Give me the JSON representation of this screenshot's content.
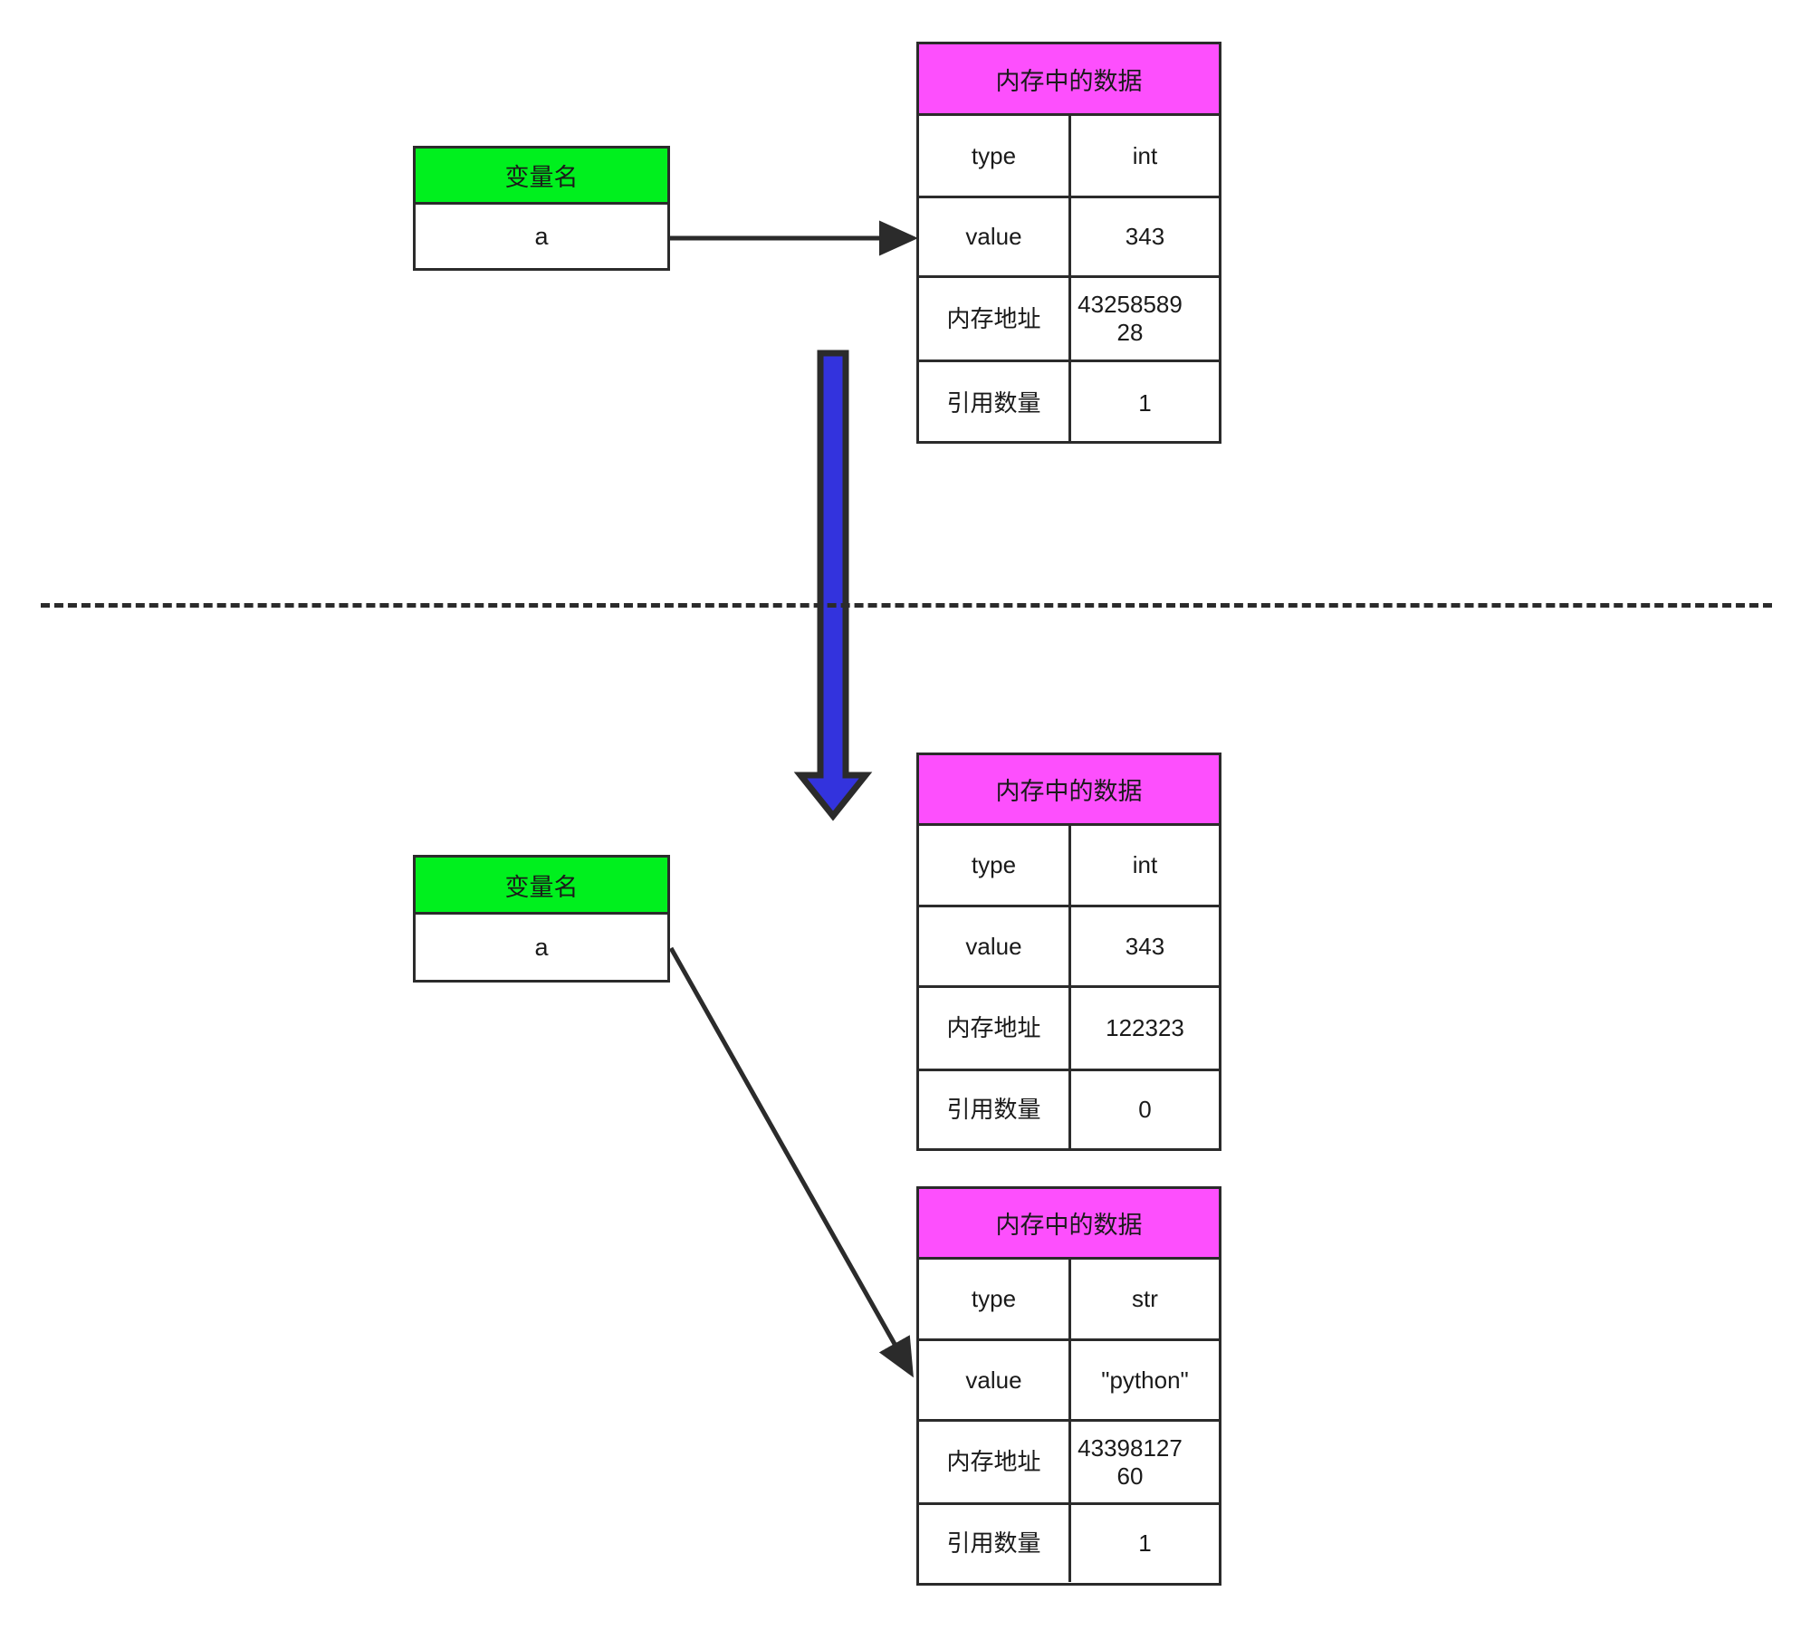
{
  "diagram": {
    "title_semantics": "python-variable-reference-count-memory-diagram",
    "colors": {
      "variable_header_green": "#00F01E",
      "memory_header_magenta": "#FD4FFD",
      "border_dark": "#2B2B2B",
      "block_arrow_blue": "#3333DD",
      "line_black": "#2B2B2B",
      "background": "#FFFFFF"
    },
    "top_section": {
      "variable_box": {
        "header": "变量名",
        "value": "a"
      },
      "memory_table": {
        "header": "内存中的数据",
        "rows": [
          {
            "key": "type",
            "value": "int"
          },
          {
            "key": "value",
            "value": "343"
          },
          {
            "key": "内存地址",
            "value": "4325858928"
          },
          {
            "key": "引用数量",
            "value": "1"
          }
        ]
      },
      "arrow": {
        "kind": "straight-arrow",
        "from": "variable-box-a",
        "to": "memory-table-int-343"
      }
    },
    "transition_arrow": {
      "kind": "block-arrow-down",
      "color": "#3333DD",
      "label": ""
    },
    "separator": {
      "kind": "dashed-horizontal-line"
    },
    "bottom_section": {
      "variable_box": {
        "header": "变量名",
        "value": "a"
      },
      "memory_table_old": {
        "header": "内存中的数据",
        "rows": [
          {
            "key": "type",
            "value": "int"
          },
          {
            "key": "value",
            "value": "343"
          },
          {
            "key": "内存地址",
            "value": "122323"
          },
          {
            "key": "引用数量",
            "value": "0"
          }
        ]
      },
      "memory_table_new": {
        "header": "内存中的数据",
        "rows": [
          {
            "key": "type",
            "value": "str"
          },
          {
            "key": "value",
            "value": "\"python\""
          },
          {
            "key": "内存地址",
            "value": "4339812760"
          },
          {
            "key": "引用数量",
            "value": "1"
          }
        ]
      },
      "arrow": {
        "kind": "diagonal-arrow",
        "from": "variable-box-a",
        "to": "memory-table-str-python"
      }
    }
  }
}
